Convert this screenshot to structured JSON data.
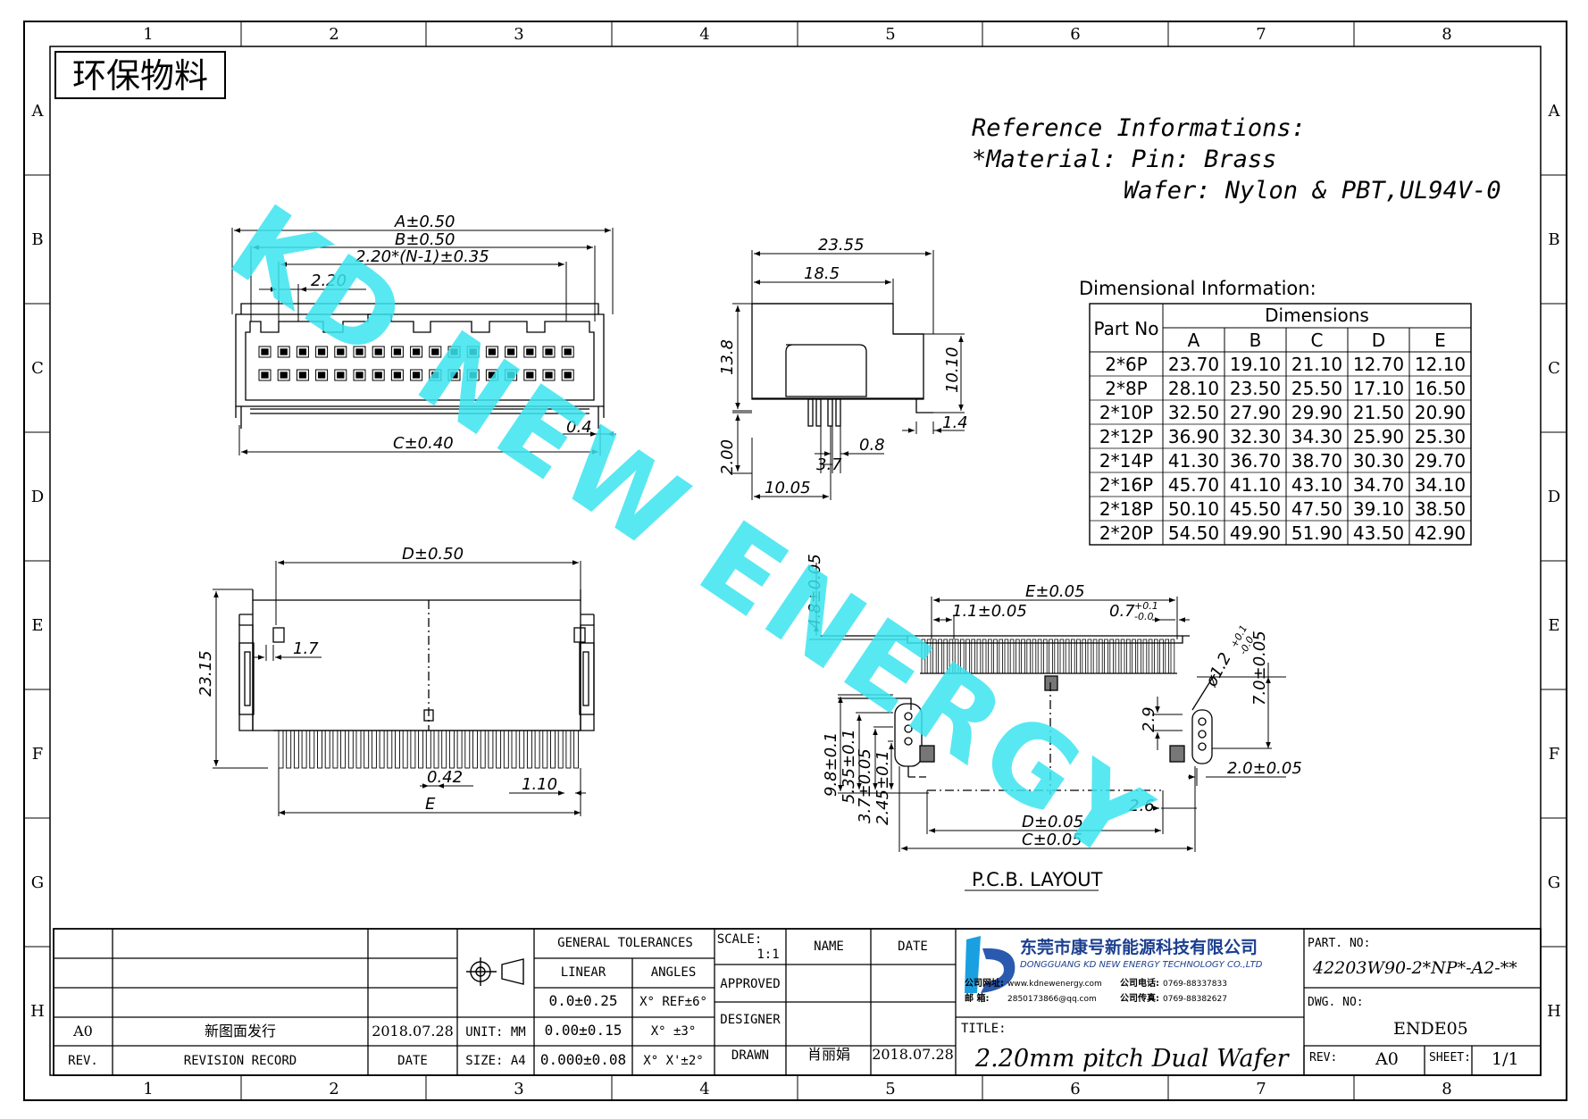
{
  "header_stamp": "环保物料",
  "zone_columns": [
    "1",
    "2",
    "3",
    "4",
    "5",
    "6",
    "7",
    "8"
  ],
  "zone_rows": [
    "A",
    "B",
    "C",
    "D",
    "E",
    "F",
    "G",
    "H"
  ],
  "watermark": "KD NEW ENERGY",
  "reference": {
    "line1": "Reference Informations:",
    "line2": "*Material: Pin: Brass",
    "line3": "Wafer: Nylon & PBT,UL94V-0"
  },
  "dimensional": {
    "title": "Dimensional Information:",
    "part_no_header": "Part No",
    "dimensions_header": "Dimensions",
    "columns": [
      "A",
      "B",
      "C",
      "D",
      "E"
    ],
    "rows": [
      [
        "2*6P",
        "23.70",
        "19.10",
        "21.10",
        "12.70",
        "12.10"
      ],
      [
        "2*8P",
        "28.10",
        "23.50",
        "25.50",
        "17.10",
        "16.50"
      ],
      [
        "2*10P",
        "32.50",
        "27.90",
        "29.90",
        "21.50",
        "20.90"
      ],
      [
        "2*12P",
        "36.90",
        "32.30",
        "34.30",
        "25.90",
        "25.30"
      ],
      [
        "2*14P",
        "41.30",
        "36.70",
        "38.70",
        "30.30",
        "29.70"
      ],
      [
        "2*16P",
        "45.70",
        "41.10",
        "43.10",
        "34.70",
        "34.10"
      ],
      [
        "2*18P",
        "50.10",
        "45.50",
        "47.50",
        "39.10",
        "38.50"
      ],
      [
        "2*20P",
        "54.50",
        "49.90",
        "51.90",
        "43.50",
        "42.90"
      ]
    ]
  },
  "front_view": {
    "dimA": "A±0.50",
    "dimB": "B±0.50",
    "dimPitch": "2.20*(N-1)±0.35",
    "dim220": "2.20",
    "dim04": "0.4",
    "dimC": "C±0.40"
  },
  "side_view": {
    "d2355": "23.55",
    "d185": "18.5",
    "d138": "13.8",
    "d1010": "10.10",
    "d14": "1.4",
    "d200": "2.00",
    "d08": "0.8",
    "d37": "3.7",
    "d1005": "10.05"
  },
  "bottom_view": {
    "dimD": "D±0.50",
    "d17": "1.7",
    "d2315": "23.15",
    "d042": "0.42",
    "d110": "1.10",
    "dE": "E"
  },
  "pcb_layout": {
    "title": "P.C.B. LAYOUT",
    "dE": "E±0.05",
    "d11": "1.1±0.05",
    "d07": "0.7",
    "d07_tol_up": "+0.1",
    "d07_tol_dn": "-0.0",
    "d48": "4.8±0.05",
    "d12": "ø1.2",
    "d12_tol_up": "+0.1",
    "d12_tol_dn": "-0.0",
    "d70": "7.0±0.05",
    "d29": "2.9",
    "d98": "9.8±0.1",
    "d535": "5.35±0.1",
    "d37": "3.7±0.05",
    "d245": "2.45±0.1",
    "d20": "2.0±0.05",
    "d26": "2.6",
    "dD": "D±0.05",
    "dC": "C±0.05"
  },
  "title_block": {
    "general_tolerances": "GENERAL TOLERANCES",
    "linear": "LINEAR",
    "angles": "ANGLES",
    "tol_lin1": "0.0±0.25",
    "tol_lin2": "0.00±0.15",
    "tol_lin3": "0.000±0.08",
    "tol_ang1": "X° REF±6°",
    "tol_ang2": "X° ±3°",
    "tol_ang3": "X° X'±2°",
    "unit": "UNIT: MM",
    "size": "SIZE: A4",
    "scale_label": "SCALE:",
    "scale_value": "1:1",
    "name": "NAME",
    "date": "DATE",
    "approved": "APPROVED",
    "designer": "DESIGNER",
    "drawn": "DRAWN",
    "drawn_name": "肖丽娟",
    "drawn_date": "2018.07.28",
    "rev_row_rev": "A0",
    "rev_row_record": "新图面发行",
    "rev_row_date": "2018.07.28",
    "rev_header": "REV.",
    "revision_record": "REVISION RECORD",
    "date_header": "DATE",
    "company_cn": "东莞市康号新能源科技有限公司",
    "company_en": "DONGGUANG KD NEW ENERGY TECHNOLOGY CO.,LTD",
    "c_web_label": "公司网址:",
    "c_web": "www.kdnewenergy.com",
    "c_tel_label": "公司电话:",
    "c_tel": "0769-88337833",
    "c_mail_label": "邮    箱:",
    "c_mail": "2850173866@qq.com",
    "c_fax_label": "公司传真:",
    "c_fax": "0769-88382627",
    "title_label": "TITLE:",
    "title": "2.20mm pitch Dual Wafer",
    "part_no_label": "PART. NO:",
    "part_no": "42203W90-2*NP*-A2-**",
    "dwg_no_label": "DWG. NO:",
    "dwg_no": "ENDE05",
    "rev_label": "REV:",
    "rev": "A0",
    "sheet_label": "SHEET:",
    "sheet": "1/1"
  }
}
